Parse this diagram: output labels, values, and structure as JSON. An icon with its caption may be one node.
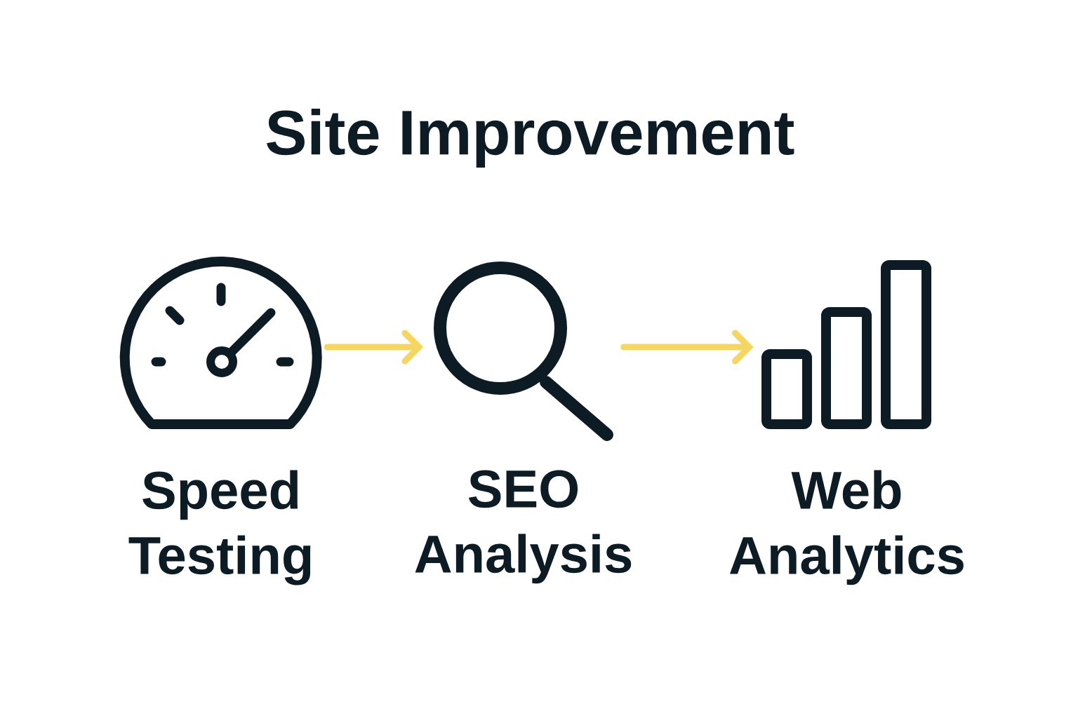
{
  "diagram": {
    "title": "Site Improvement",
    "nodes": [
      {
        "text": [
          "Speed Testing"
        ]
      },
      {
        "text": [
          "SEO Analysis"
        ]
      },
      {
        "text": [
          "Web Analytics"
        ]
      }
    ],
    "edges": [
      {
        "from": 0,
        "to": 1,
        "arrow": "to",
        "color": "#f6d663"
      },
      {
        "from": 1,
        "to": 2,
        "arrow": "to",
        "color": "#f6d663"
      }
    ]
  }
}
